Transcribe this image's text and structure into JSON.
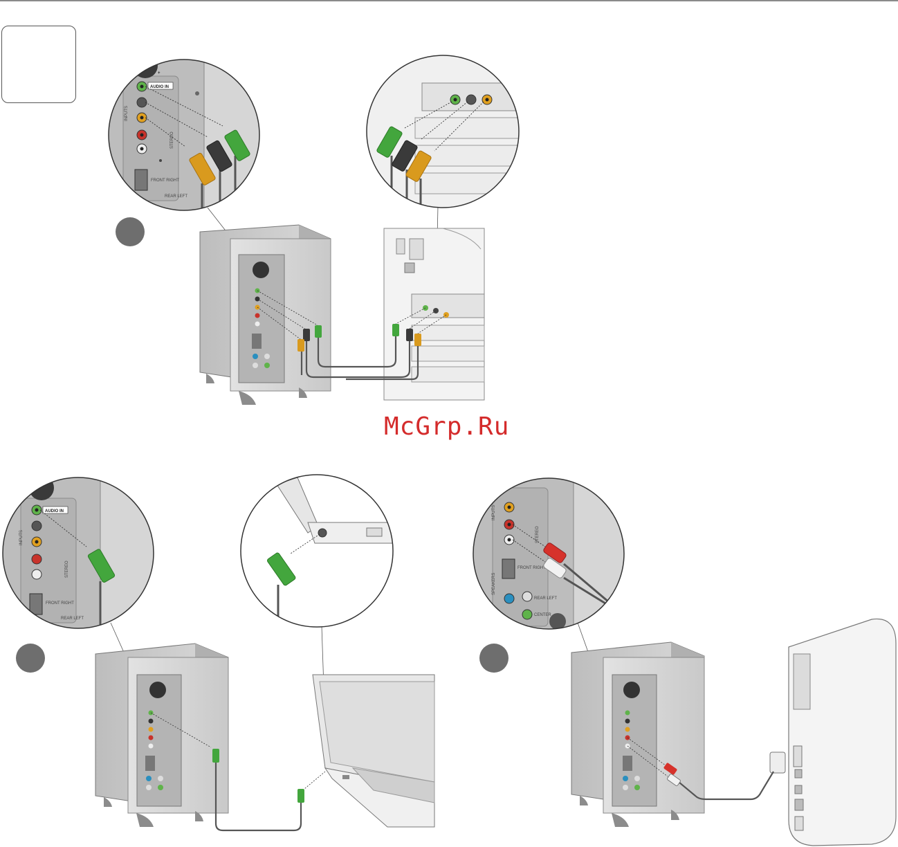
{
  "watermark": "McGrp.Ru",
  "labels": {
    "audio_in": "AUDIO IN",
    "inputs": "INPUTS",
    "stereo": "STEREO",
    "front_right": "FRONT RIGHT",
    "rear_left": "REAR LEFT",
    "speakers": "SPEAKERS",
    "center": "CENTER",
    "plus": "+"
  },
  "colors": {
    "green_plug": "#43a63d",
    "black_plug": "#3a3a3a",
    "orange_plug": "#d99a1e",
    "red_plug": "#d6322b",
    "white_plug": "#f2f2f2",
    "jack_green": "#5fb34a",
    "jack_orange": "#e0a020",
    "jack_red": "#c8332b",
    "panel": "#b9b9b9",
    "speaker_body": "#cfcfcf",
    "step_circle": "#6e6e6e",
    "watermark": "#d42b2b"
  }
}
